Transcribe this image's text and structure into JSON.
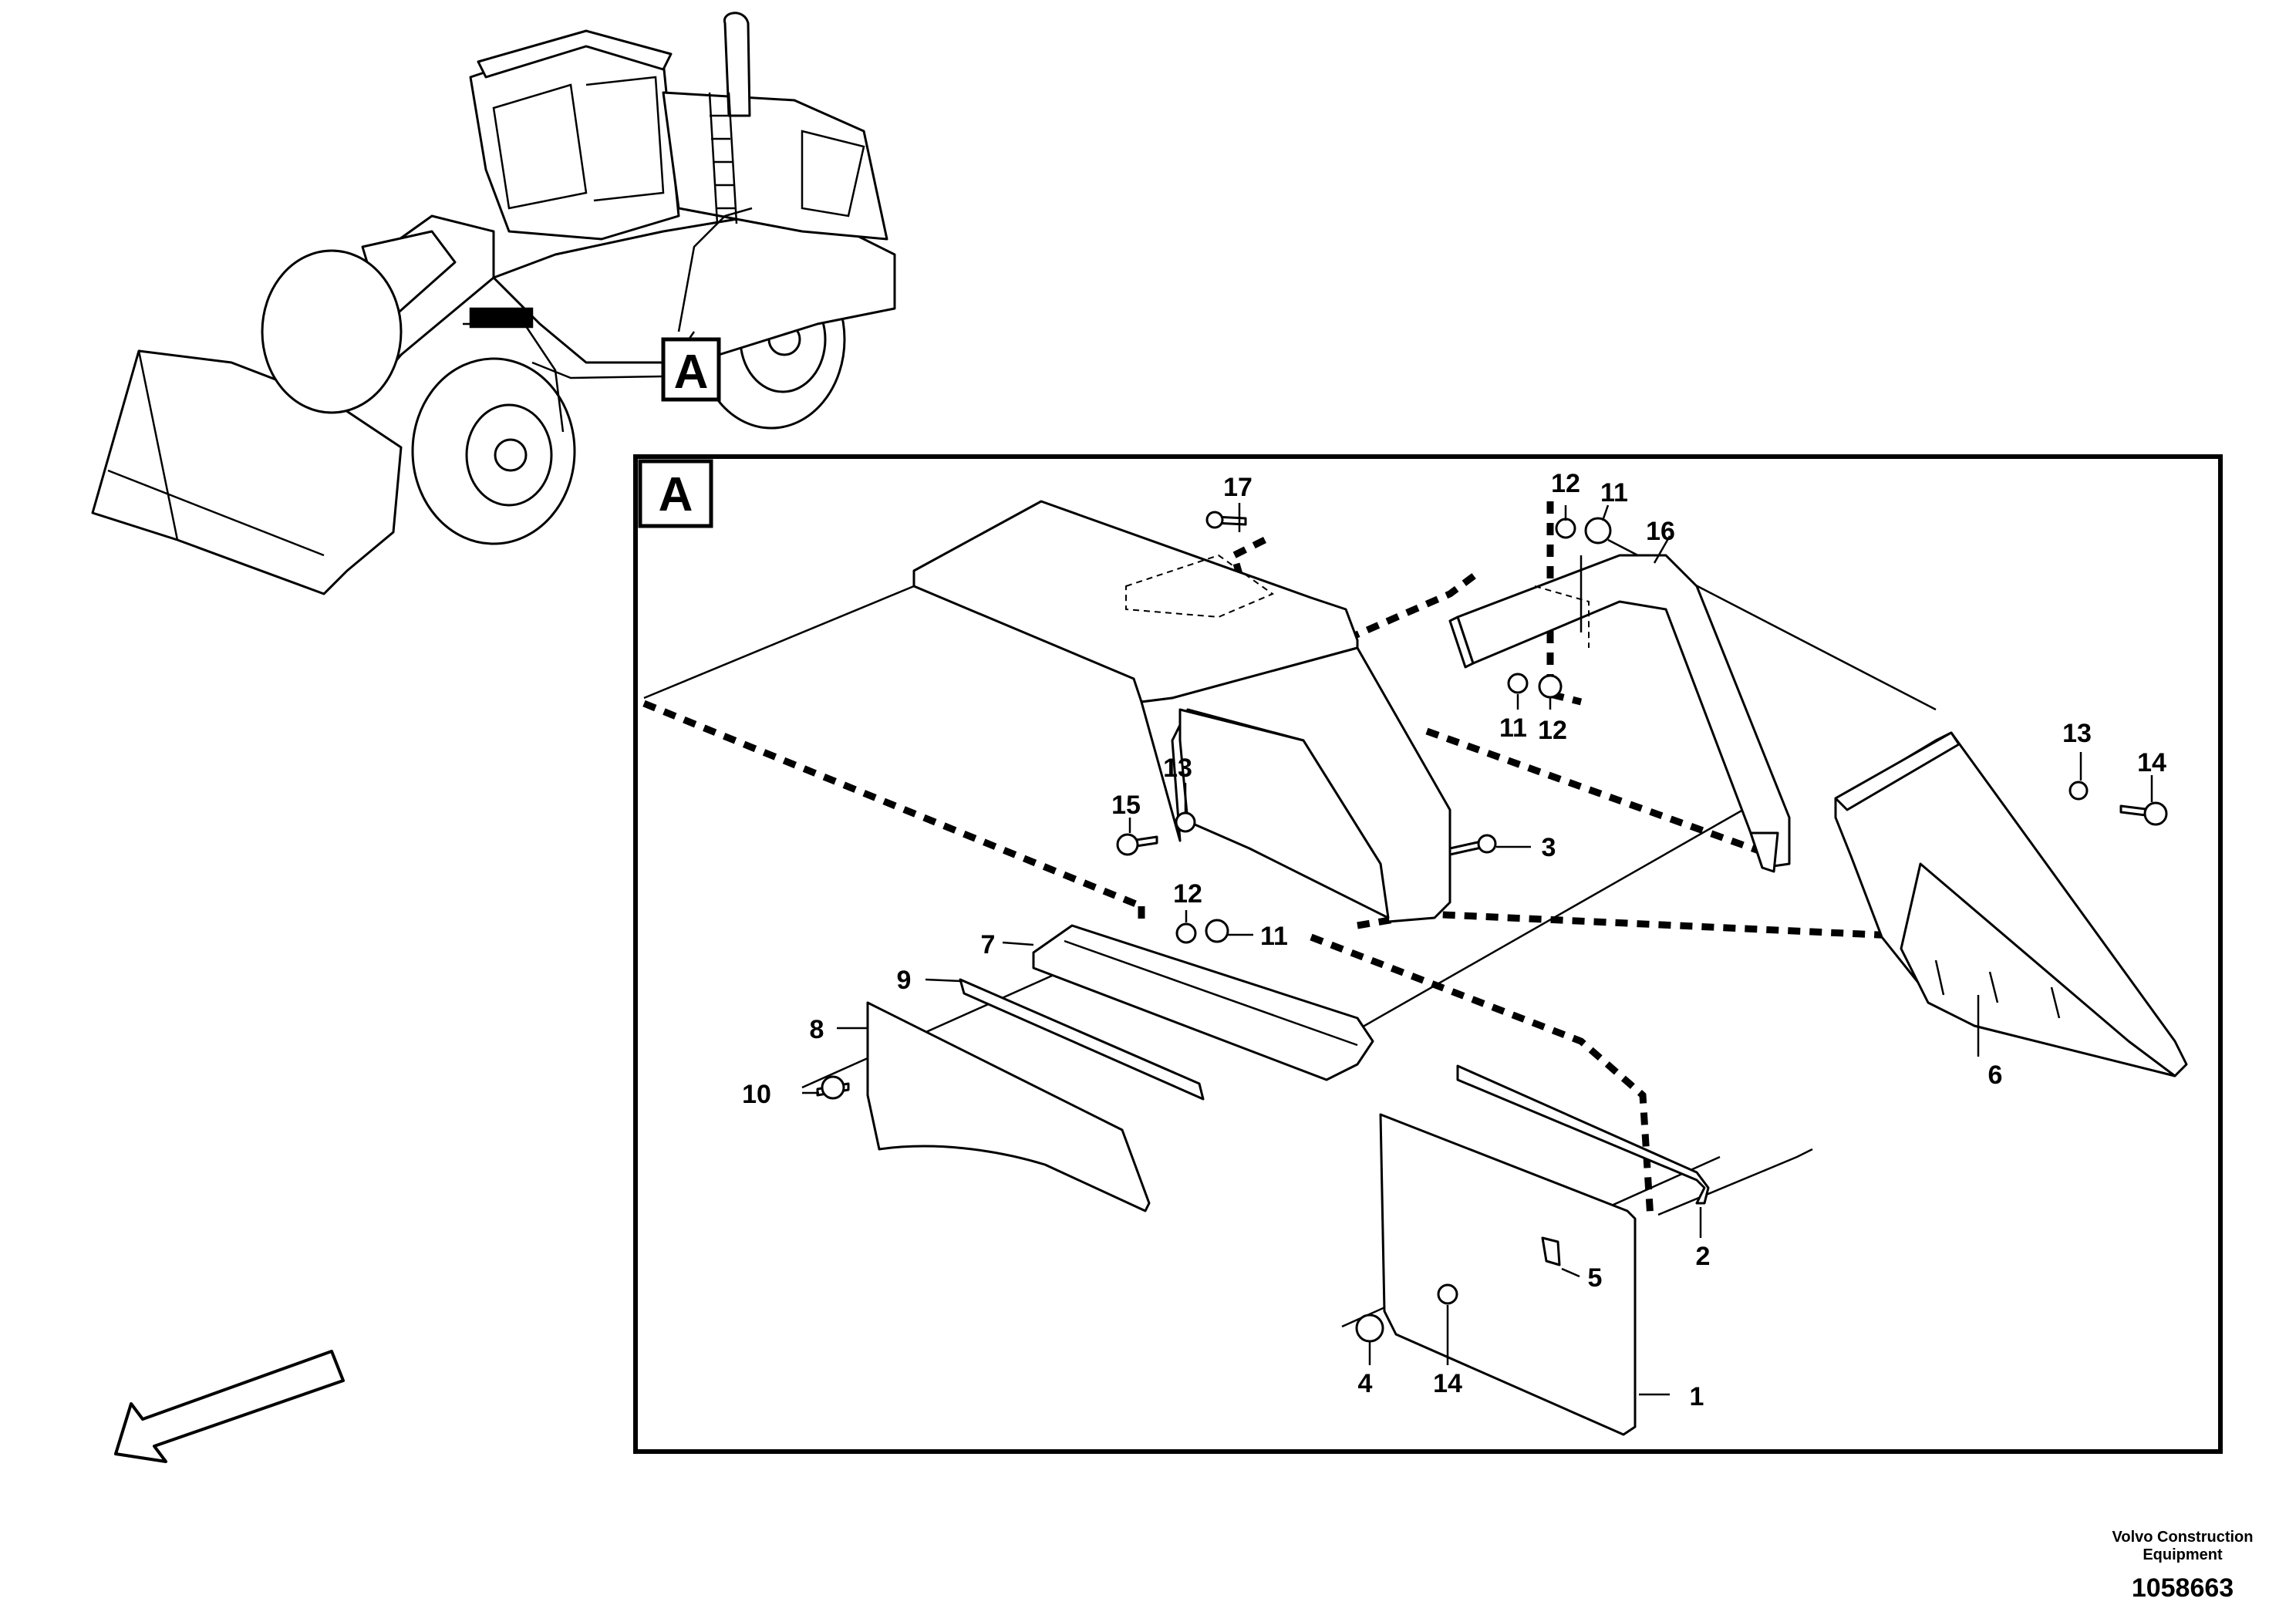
{
  "detail_marker": "A",
  "detail_frame_marker": "A",
  "callouts": {
    "c1": "1",
    "c2": "2",
    "c3": "3",
    "c4": "4",
    "c5": "5",
    "c6": "6",
    "c7": "7",
    "c8": "8",
    "c9": "9",
    "c10": "10",
    "c11a": "11",
    "c11b": "11",
    "c11c": "11",
    "c12a": "12",
    "c12b": "12",
    "c12c": "12",
    "c13a": "13",
    "c13b": "13",
    "c14a": "14",
    "c14b": "14",
    "c15": "15",
    "c16": "16",
    "c17": "17"
  },
  "footer": {
    "brand_line1": "Volvo Construction",
    "brand_line2": "Equipment",
    "doc_number": "1058663"
  },
  "icons": {
    "machine": "wheel-loader-icon",
    "direction": "direction-arrow-icon"
  }
}
